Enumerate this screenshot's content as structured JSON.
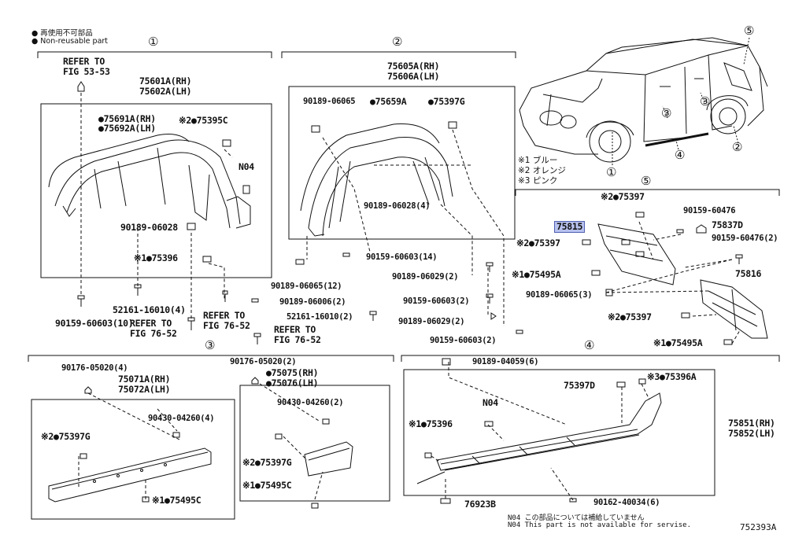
{
  "legend": {
    "line1": "● 再使用不可部品",
    "line2": "● Non-reusable part"
  },
  "sections": {
    "s1": "①",
    "s2": "②",
    "s3": "③",
    "s4": "④",
    "s5": "⑤",
    "s5b": "⑤"
  },
  "group1": {
    "refer1a": "REFER TO",
    "refer1b": "FIG 53-53",
    "part_a": "75601A(RH)",
    "part_b": "75602A(LH)",
    "part_c": "●75691A(RH)",
    "part_d": "●75692A(LH)",
    "part_e": "※2●75395C",
    "part_f": "N04",
    "part_g": "90189-06028",
    "part_h": "※1●75396",
    "part_i": "52161-16010(4)",
    "part_j": "90159-60603(10)",
    "refer2a": "REFER TO",
    "refer2b": "FIG 76-52",
    "refer3a": "REFER TO",
    "refer3b": "FIG 76-52",
    "refer4a": "REFER TO",
    "refer4b": "FIG 76-52"
  },
  "group2": {
    "part_a": "75605A(RH)",
    "part_b": "75606A(LH)",
    "part_c": "90189-06065",
    "part_d": "●75659A",
    "part_e": "●75397G",
    "part_f": "90189-06028(4)",
    "part_g": "90159-60603(14)",
    "part_h": "90189-06065(12)",
    "part_i": "90189-06029(2)",
    "part_j": "90189-06006(2)",
    "part_k": "90159-60603(2)",
    "part_l": "52161-16010(2)",
    "part_m": "90189-06029(2)",
    "part_n": "90159-60603(2)"
  },
  "vehicle": {
    "key1": "※1 ブルー",
    "key2": "※2 オレンジ",
    "key3": "※3 ピンク",
    "c1": "①",
    "c2": "②",
    "c3": "③",
    "c3b": "③",
    "c4": "④",
    "c5": "⑤"
  },
  "group5": {
    "part_a": "※2●75397",
    "part_b": "90159-60476",
    "part_c": "75837D",
    "part_d": "75815",
    "part_e": "90159-60476(2)",
    "part_f": "※2●75397",
    "part_g": "※1●75495A",
    "part_h": "75816",
    "part_i": "90189-06065(3)",
    "part_j": "※2●75397",
    "part_k": "※1●75495A"
  },
  "group3": {
    "part_a": "90176-05020(4)",
    "part_b": "75071A(RH)",
    "part_c": "75072A(LH)",
    "part_d": "90430-04260(4)",
    "part_e": "※2●75397G",
    "part_f": "※1●75495C",
    "part_g": "90176-05020(2)",
    "part_h": "●75075(RH)",
    "part_i": "●75076(LH)",
    "part_j": "90430-04260(2)",
    "part_k": "※2●75397G",
    "part_l": "※1●75495C"
  },
  "group4": {
    "part_a": "90189-04059(6)",
    "part_b": "75397D",
    "part_c": "※3●75396A",
    "part_d": "N04",
    "part_e": "※1●75396",
    "part_f": "75851(RH)",
    "part_g": "75852(LH)",
    "part_h": "76923B",
    "part_i": "90162-40034(6)"
  },
  "notes": {
    "line1": "N04 この部品については補給していません",
    "line2": "N04 This part is not available for servise.",
    "fig": "752393A"
  }
}
